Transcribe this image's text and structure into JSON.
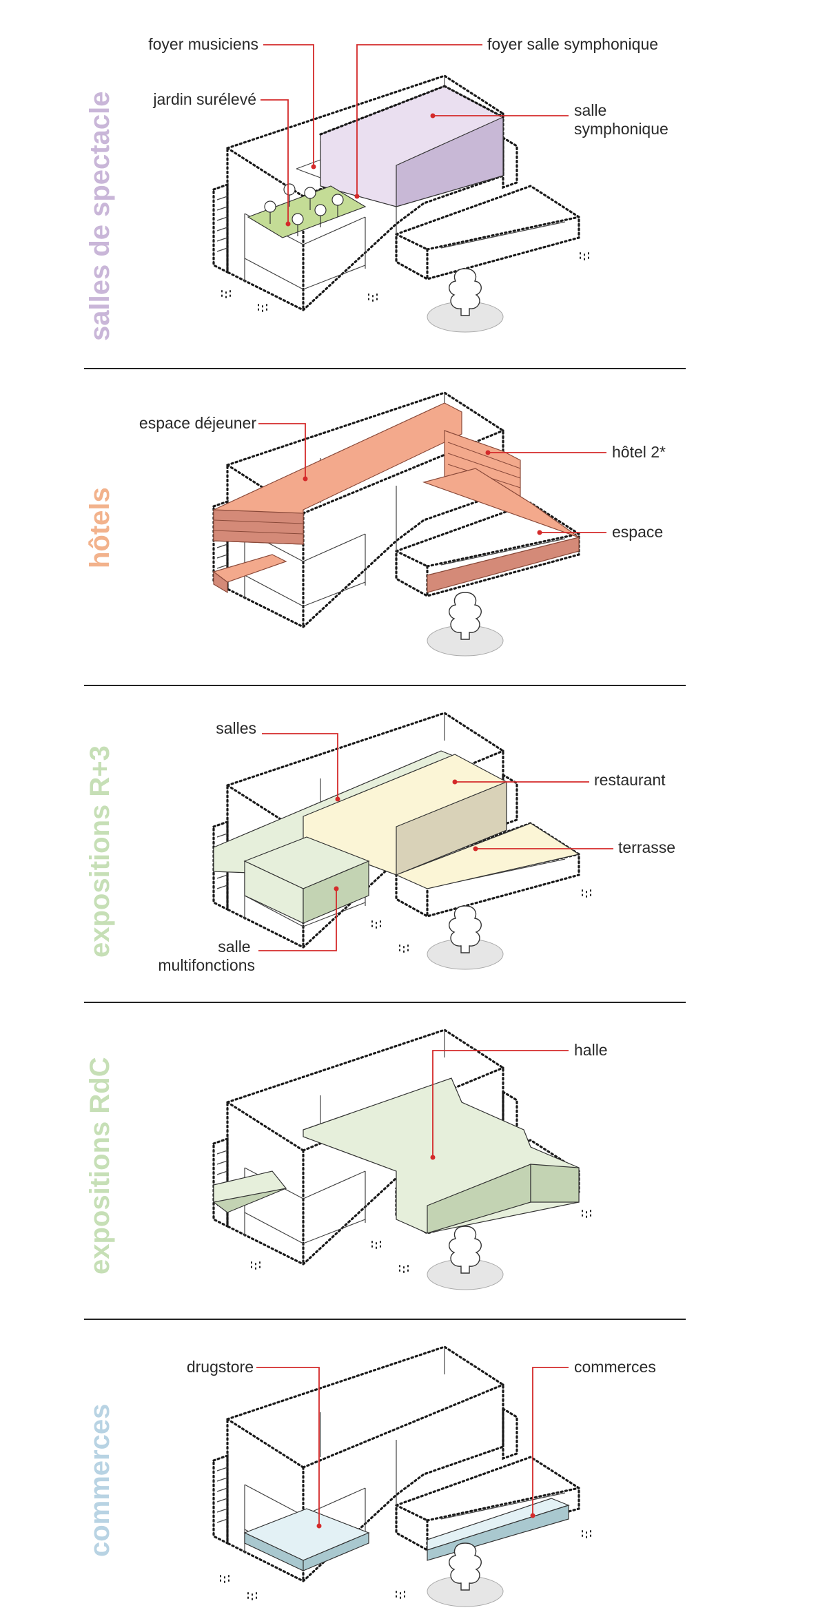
{
  "sections": [
    {
      "title": "salles de spectacle",
      "color": "#c9b6d8",
      "labels": [
        "foyer musiciens",
        "foyer salle symphonique",
        "jardin surélevé",
        "salle symphonique"
      ],
      "label_lines": {
        "salle symphonique": [
          "salle",
          "symphonique"
        ]
      }
    },
    {
      "title": "hôtels",
      "color": "#f2b28c",
      "labels": [
        "espace déjeuner",
        "hôtel 2*",
        "espace"
      ]
    },
    {
      "title": "expositions R+3",
      "color": "#c6dfb6",
      "labels": [
        "salles",
        "restaurant",
        "terrasse",
        "salle multifonctions"
      ],
      "label_lines": {
        "salle multifonctions": [
          "salle",
          "multifonctions"
        ]
      }
    },
    {
      "title": "expositions RdC",
      "color": "#c6dfb6",
      "labels": [
        "halle"
      ]
    },
    {
      "title": "commerces",
      "color": "#b8d3e3",
      "labels": [
        "drugstore",
        "commerces"
      ]
    }
  ],
  "colors": {
    "leader_line": "#d42a2a",
    "separator": "#222222",
    "symphony_fill": "#eadff0",
    "symphony_side": "#c8b8d6",
    "garden": "#c4dc96",
    "hotel_fill": "#f3a98c",
    "hotel_dark": "#d48a78",
    "expo_green": "#e6efdb",
    "expo_green_dark": "#c3d3b3",
    "expo_yellow": "#fbf5d6",
    "expo_yellow_dark": "#d9d2b8",
    "shop_fill": "#e3f1f5",
    "shop_dark": "#a9c8cf"
  },
  "icons": [
    "tree-icon",
    "pond-icon",
    "grass-tuft-icon"
  ]
}
